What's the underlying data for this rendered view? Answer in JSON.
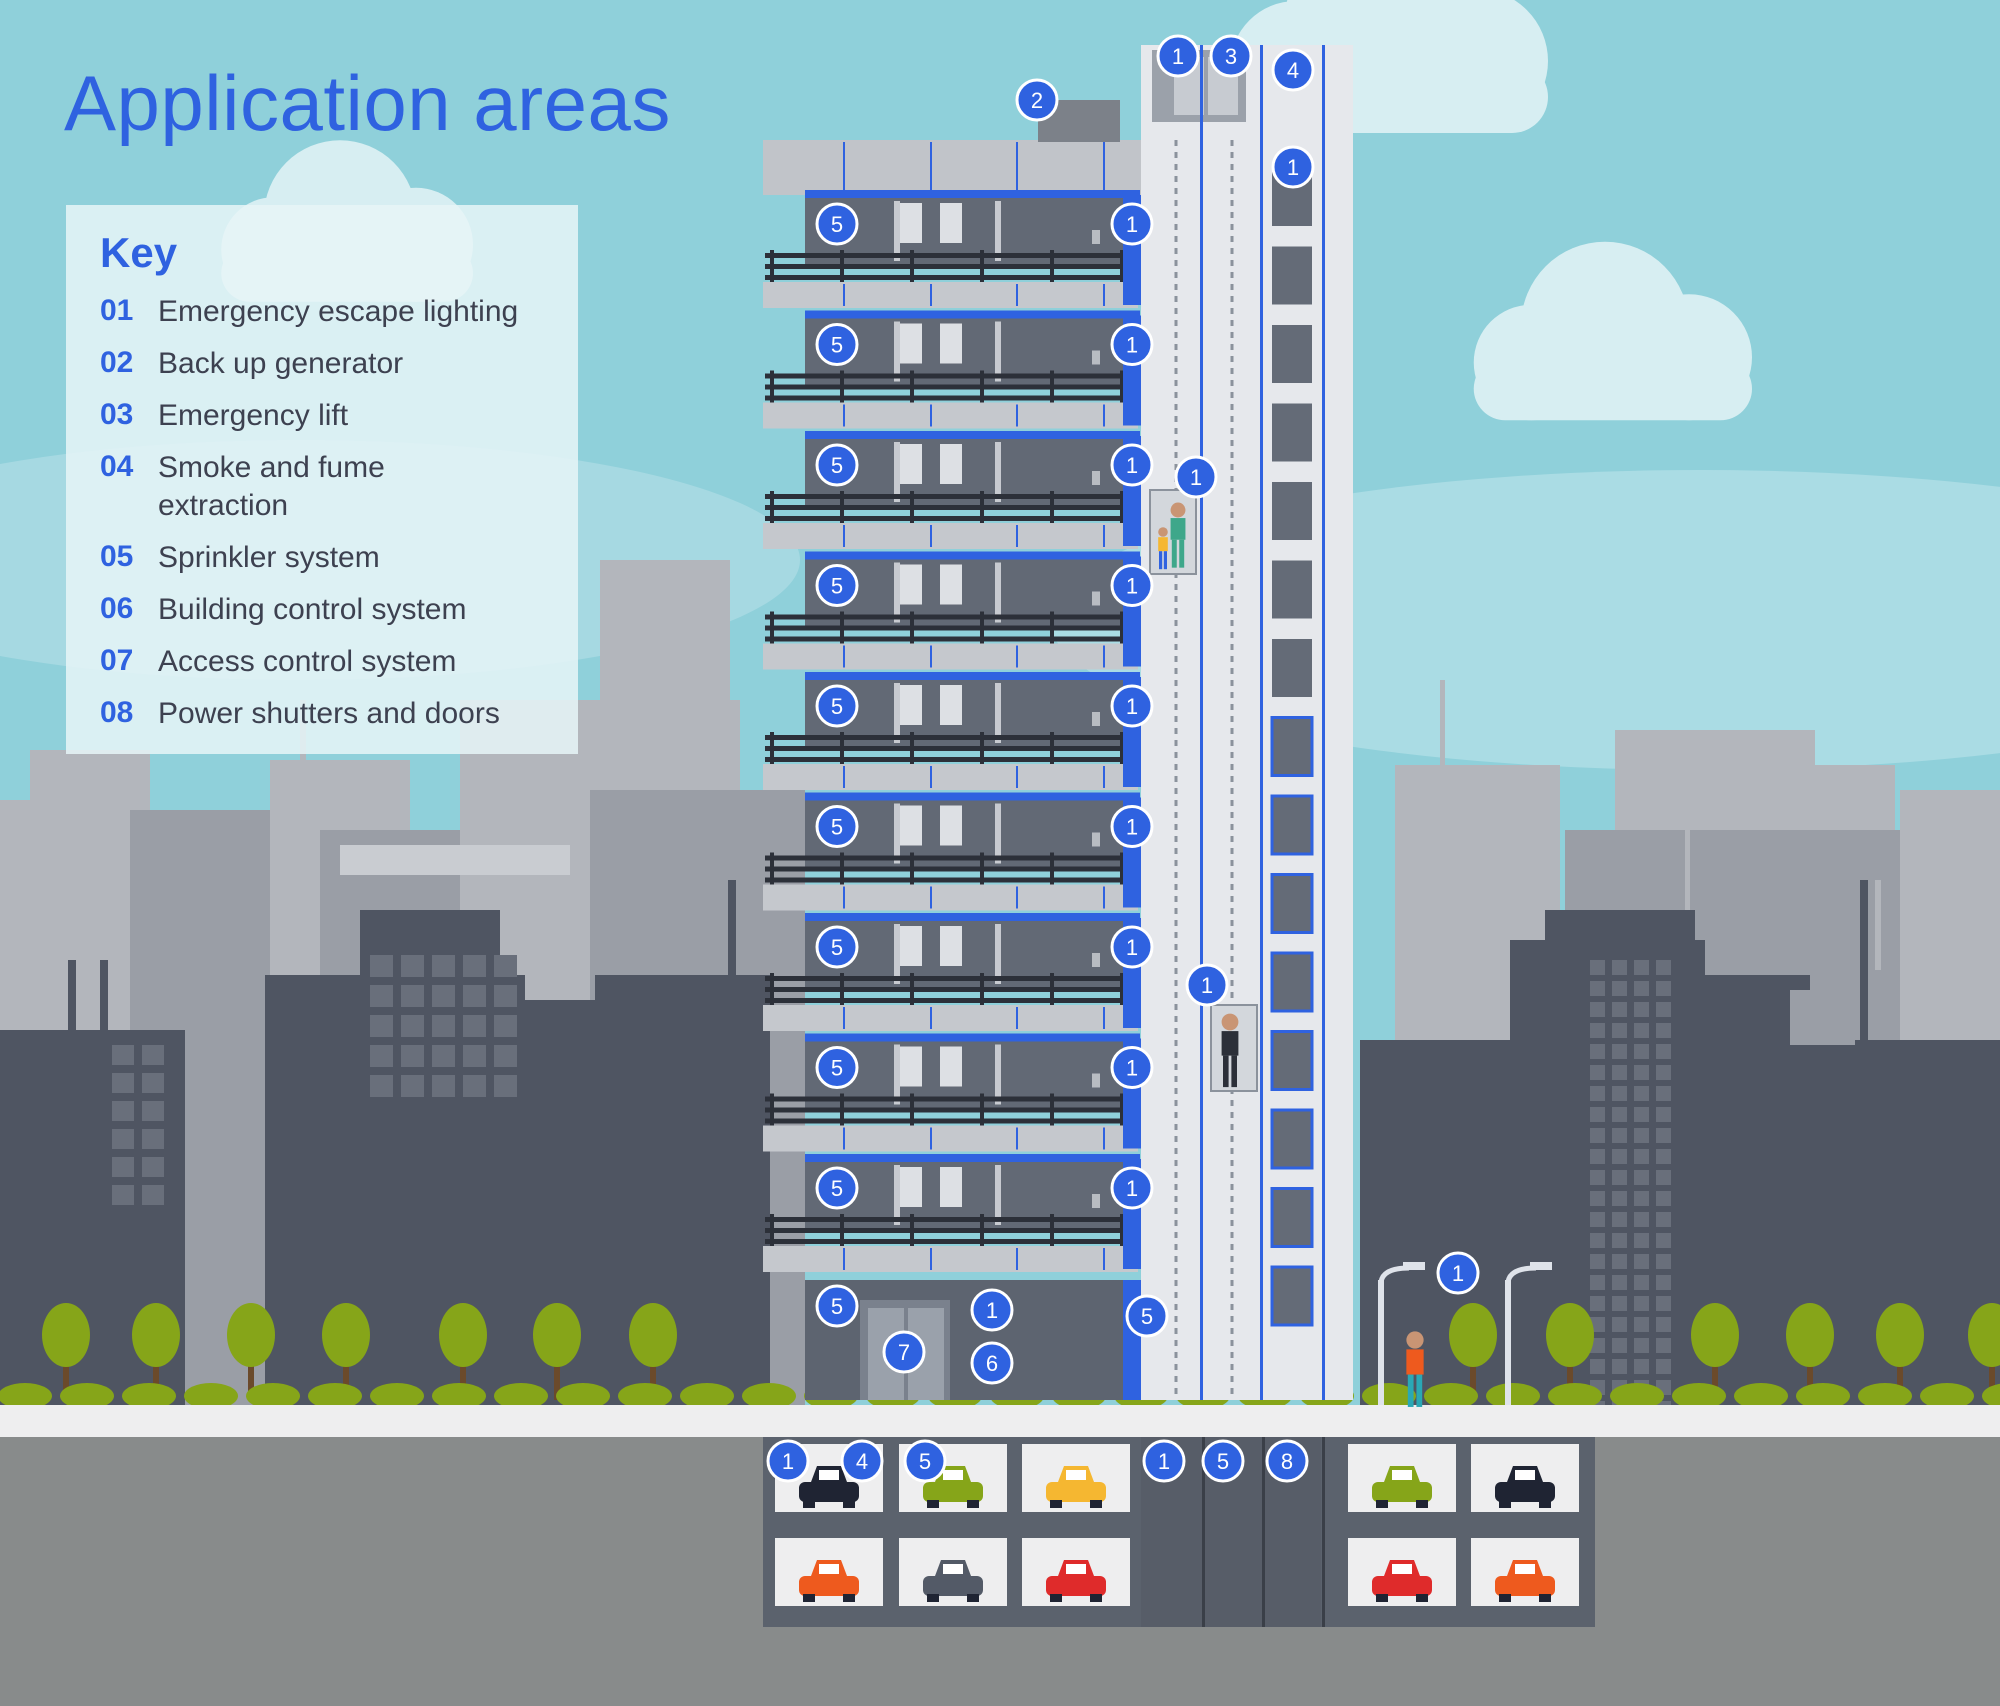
{
  "title": "Application areas",
  "key": {
    "title": "Key",
    "items": [
      {
        "num": "01",
        "label": "Emergency escape lighting"
      },
      {
        "num": "02",
        "label": "Back up generator"
      },
      {
        "num": "03",
        "label": "Emergency lift"
      },
      {
        "num": "04",
        "label": "Smoke and fume extraction"
      },
      {
        "num": "05",
        "label": "Sprinkler system"
      },
      {
        "num": "06",
        "label": "Building control system"
      },
      {
        "num": "07",
        "label": "Access control system"
      },
      {
        "num": "08",
        "label": "Power shutters and doors"
      }
    ]
  },
  "markers": {
    "roof": [
      "1",
      "3",
      "4",
      "2"
    ],
    "shaft": [
      "1",
      "1",
      "1"
    ],
    "floors": {
      "left": "5",
      "right": "1",
      "count": 9
    },
    "ground": [
      "5",
      "1",
      "6",
      "7",
      "5"
    ],
    "street": [
      "1"
    ],
    "basement": [
      "1",
      "4",
      "5",
      "1",
      "5",
      "8"
    ]
  },
  "colors": {
    "sky": "#8fd0da",
    "accent_blue": "#2f62e0",
    "building_grey": "#c4c7cc",
    "dark_city": "#4f5562",
    "tree_green": "#86a519",
    "road": "#888b8b"
  },
  "cars": {
    "row1": [
      "#1f2433",
      "#86a519",
      "#f5b731",
      "#86a519",
      "#1f2433"
    ],
    "row2": [
      "#ee5a1e",
      "#535a67",
      "#df2b2b",
      "#df2b2b",
      "#ee5a1e"
    ]
  }
}
